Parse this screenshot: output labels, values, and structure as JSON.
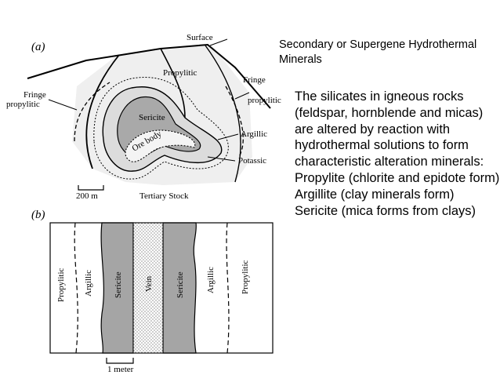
{
  "slide": {
    "title": "Secondary or Supergene Hydrothermal Minerals",
    "body": [
      "The silicates in igneous rocks (feldspar, hornblende and micas) are altered by reaction with hydrothermal solutions to form characteristic alteration minerals:",
      "Propylite (chlorite and epidote form)",
      "Argillite (clay minerals form)",
      "Sericite (mica forms from clays)"
    ]
  },
  "diagram_a": {
    "panel_label": "(a)",
    "surface": "Surface",
    "propylitic": "Propylitic",
    "fringe_left_1": "Fringe",
    "fringe_left_2": "propylitic",
    "fringe_right_1": "Fringe",
    "fringe_right_2": "propylitic",
    "sericite": "Sericite",
    "ore_body": "Ore body",
    "argillic": "Argillic",
    "potassic": "Potassic",
    "scale": "200 m",
    "tertiary_stock": "Tertiary Stock"
  },
  "diagram_b": {
    "panel_label": "(b)",
    "zones": [
      "Propylitic",
      "Argillic",
      "Sericite",
      "Vein",
      "Sericite",
      "Argillic",
      "Propylitic"
    ],
    "scale": "1 meter"
  }
}
